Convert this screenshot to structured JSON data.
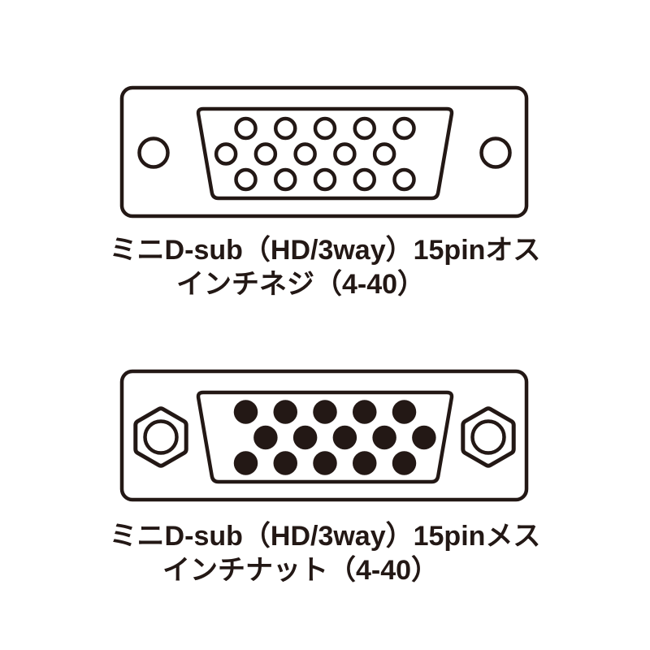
{
  "colors": {
    "ink": "#231815",
    "background": "#ffffff"
  },
  "connectors": [
    {
      "id": "male-connector",
      "caption_line1": "ミニD-sub（HD/3way）15pinオス",
      "caption_line2": "インチネジ（4-40）",
      "pin_count": 15,
      "pin_rows": [
        5,
        5,
        5
      ],
      "pin_style": "outline",
      "middle_row_shift": "left",
      "mount_style": "screw-hole"
    },
    {
      "id": "female-connector",
      "caption_line1": "ミニD-sub（HD/3way）15pinメス",
      "caption_line2": "インチナット（4-40）",
      "pin_count": 15,
      "pin_rows": [
        5,
        5,
        5
      ],
      "pin_style": "filled",
      "middle_row_shift": "right",
      "mount_style": "hex-nut"
    }
  ]
}
